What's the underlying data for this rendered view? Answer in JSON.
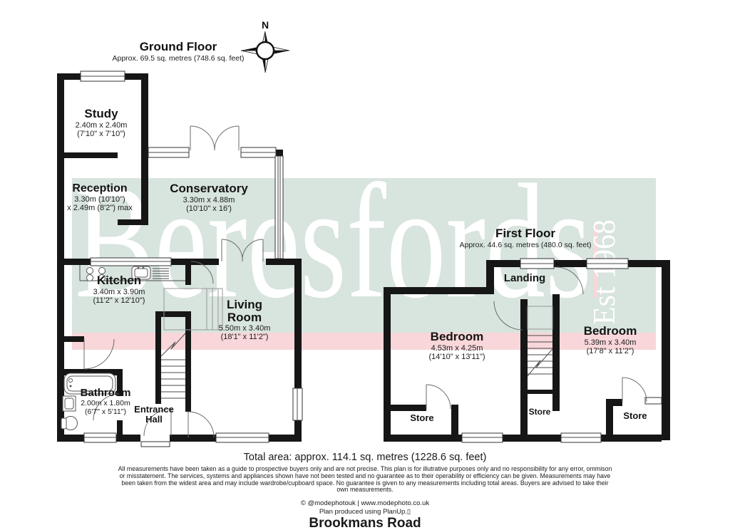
{
  "address": "Brookmans Road",
  "compass": {
    "label": "N"
  },
  "watermark": {
    "brand": "Beresfords",
    "established": "Est 1968",
    "band_green_hex": "#d8e4de",
    "band_pink_hex": "#f8d6d9",
    "text_hex": "#ffffff",
    "wall_hex": "#161616"
  },
  "ground_floor": {
    "title": "Ground Floor",
    "area": "Approx. 69.5 sq. metres (748.6 sq. feet)",
    "rooms": {
      "study": {
        "name": "Study",
        "dim1": "2.40m x 2.40m",
        "dim2": "(7'10\" x 7'10\")"
      },
      "reception": {
        "name": "Reception",
        "dim1": "3.30m (10'10\")",
        "dim2": "x 2.49m (8'2\") max"
      },
      "conservatory": {
        "name": "Conservatory",
        "dim1": "3.30m x 4.88m",
        "dim2": "(10'10\" x 16')"
      },
      "kitchen": {
        "name": "Kitchen",
        "dim1": "3.40m x 3.90m",
        "dim2": "(11'2\" x 12'10\")"
      },
      "living_room": {
        "name": "Living Room",
        "dim1": "5.50m x 3.40m",
        "dim2": "(18'1\" x 11'2\")"
      },
      "bathroom": {
        "name": "Bathroom",
        "dim1": "2.00m x 1.80m",
        "dim2": "(6'7\" x 5'11\")"
      },
      "entrance_hall": {
        "name": "Entrance Hall"
      }
    }
  },
  "first_floor": {
    "title": "First Floor",
    "area": "Approx. 44.6 sq. metres (480.0 sq. feet)",
    "rooms": {
      "landing": {
        "name": "Landing"
      },
      "bedroom1": {
        "name": "Bedroom",
        "dim1": "4.53m x 4.25m",
        "dim2": "(14'10\" x 13'11\")"
      },
      "bedroom2": {
        "name": "Bedroom",
        "dim1": "5.39m x 3.40m",
        "dim2": "(17'8\" x 11'2\")"
      },
      "store1": {
        "name": "Store"
      },
      "store2": {
        "name": "Store"
      },
      "store3": {
        "name": "Store"
      }
    }
  },
  "footer": {
    "total_area": "Total area: approx. 114.1 sq. metres (1228.6 sq. feet)",
    "disclaimer": "All measurements have been taken as a guide to prospective buyers only and are not precise. This plan is for illutrative purposes only and no responsibility for any error, ommison or misstatement. The services, systems and appliances shown have not been tested and no guarantee as to their operability or efficiency can be given. Measurements may have been taken from the widest area and may include wardrobe/cupboard space. No guarantee is given to any measurements including total areas. Buyers are advised to take their own measurements.",
    "credit": "© @modephotouk | www.modephoto.co.uk",
    "produced": "Plan produced using PlanUp.▯"
  }
}
